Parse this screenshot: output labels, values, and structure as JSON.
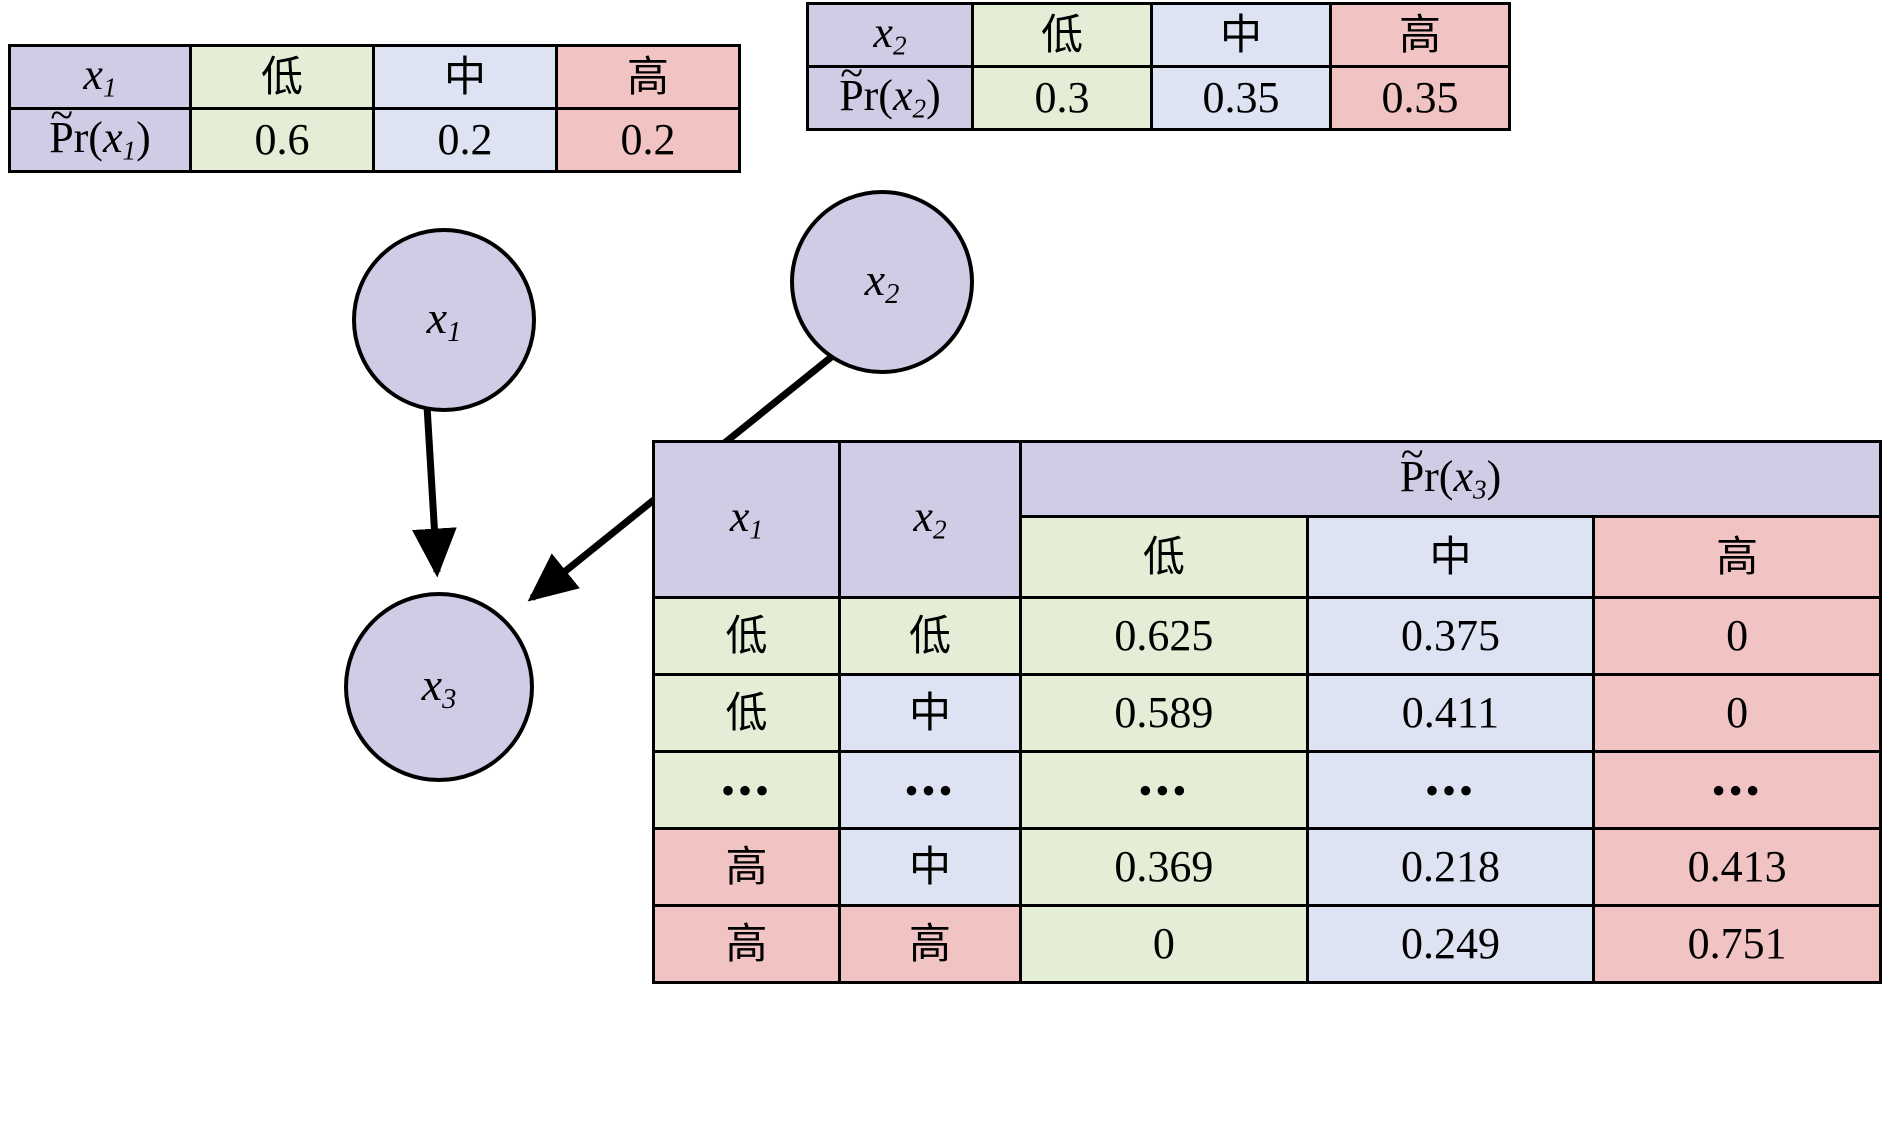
{
  "labels": {
    "x1": "x",
    "x1_sub": "1",
    "x2": "x",
    "x2_sub": "2",
    "x3": "x",
    "x3_sub": "3",
    "pr": "Pr",
    "tilde": "~",
    "open": "(",
    "close": ")",
    "low": "低",
    "mid": "中",
    "high": "高",
    "ellipsis": "•••"
  },
  "chart_data": {
    "type": "table",
    "title": "Bayesian network with marginal and conditional probability tables",
    "nodes": [
      {
        "id": "x1",
        "label": "x₁"
      },
      {
        "id": "x2",
        "label": "x₂"
      },
      {
        "id": "x3",
        "label": "x₃"
      }
    ],
    "edges": [
      {
        "from": "x1",
        "to": "x3"
      },
      {
        "from": "x2",
        "to": "x3"
      }
    ],
    "tables": [
      {
        "name": "table-x1",
        "variable": "x1",
        "row_header": "Pr(x1)",
        "categories": [
          "低",
          "中",
          "高"
        ],
        "values": [
          0.6,
          0.2,
          0.2
        ],
        "value_labels": [
          "0.6",
          "0.2",
          "0.2"
        ]
      },
      {
        "name": "table-x2",
        "variable": "x2",
        "row_header": "Pr(x2)",
        "categories": [
          "低",
          "中",
          "高"
        ],
        "values": [
          0.3,
          0.35,
          0.35
        ],
        "value_labels": [
          "0.3",
          "0.35",
          "0.35"
        ]
      },
      {
        "name": "table-x3",
        "variable": "x3",
        "header_span": "Pr(x3)",
        "index_columns": [
          "x1",
          "x2"
        ],
        "categories": [
          "低",
          "中",
          "高"
        ],
        "rows": [
          {
            "x1": "低",
            "x2": "低",
            "values": [
              "0.625",
              "0.375",
              "0"
            ]
          },
          {
            "x1": "低",
            "x2": "中",
            "values": [
              "0.589",
              "0.411",
              "0"
            ]
          },
          {
            "x1": "•••",
            "x2": "•••",
            "values": [
              "•••",
              "•••",
              "•••"
            ]
          },
          {
            "x1": "高",
            "x2": "中",
            "values": [
              "0.369",
              "0.218",
              "0.413"
            ]
          },
          {
            "x1": "高",
            "x2": "高",
            "values": [
              "0",
              "0.249",
              "0.751"
            ]
          }
        ]
      }
    ]
  },
  "colors": {
    "header_lavender": "#cfcde6",
    "low_green": "#e4eed6",
    "mid_blue": "#dde3f3",
    "high_red": "#f2c3c3",
    "border": "#000000",
    "background": "#ffffff"
  },
  "table_x1": {
    "head": {
      "var": "x₁",
      "low": "低",
      "mid": "中",
      "high": "高"
    },
    "row": {
      "label": "Pr(x₁)",
      "low": "0.6",
      "mid": "0.2",
      "high": "0.2"
    }
  },
  "table_x2": {
    "head": {
      "var": "x₂",
      "low": "低",
      "mid": "中",
      "high": "高"
    },
    "row": {
      "label": "Pr(x₂)",
      "low": "0.3",
      "mid": "0.35",
      "high": "0.35"
    }
  },
  "table_x3": {
    "head": {
      "c1": "x₁",
      "c2": "x₂",
      "span": "Pr(x₃)",
      "low": "低",
      "mid": "中",
      "high": "高"
    },
    "rows": [
      {
        "c1": "低",
        "c2": "低",
        "low": "0.625",
        "mid": "0.375",
        "high": "0"
      },
      {
        "c1": "低",
        "c2": "中",
        "low": "0.589",
        "mid": "0.411",
        "high": "0"
      },
      {
        "c1": "•••",
        "c2": "•••",
        "low": "•••",
        "mid": "•••",
        "high": "•••"
      },
      {
        "c1": "高",
        "c2": "中",
        "low": "0.369",
        "mid": "0.218",
        "high": "0.413"
      },
      {
        "c1": "高",
        "c2": "高",
        "low": "0",
        "mid": "0.249",
        "high": "0.751"
      }
    ]
  },
  "graph": {
    "node_x1": "x₁",
    "node_x2": "x₂",
    "node_x3": "x₃"
  }
}
